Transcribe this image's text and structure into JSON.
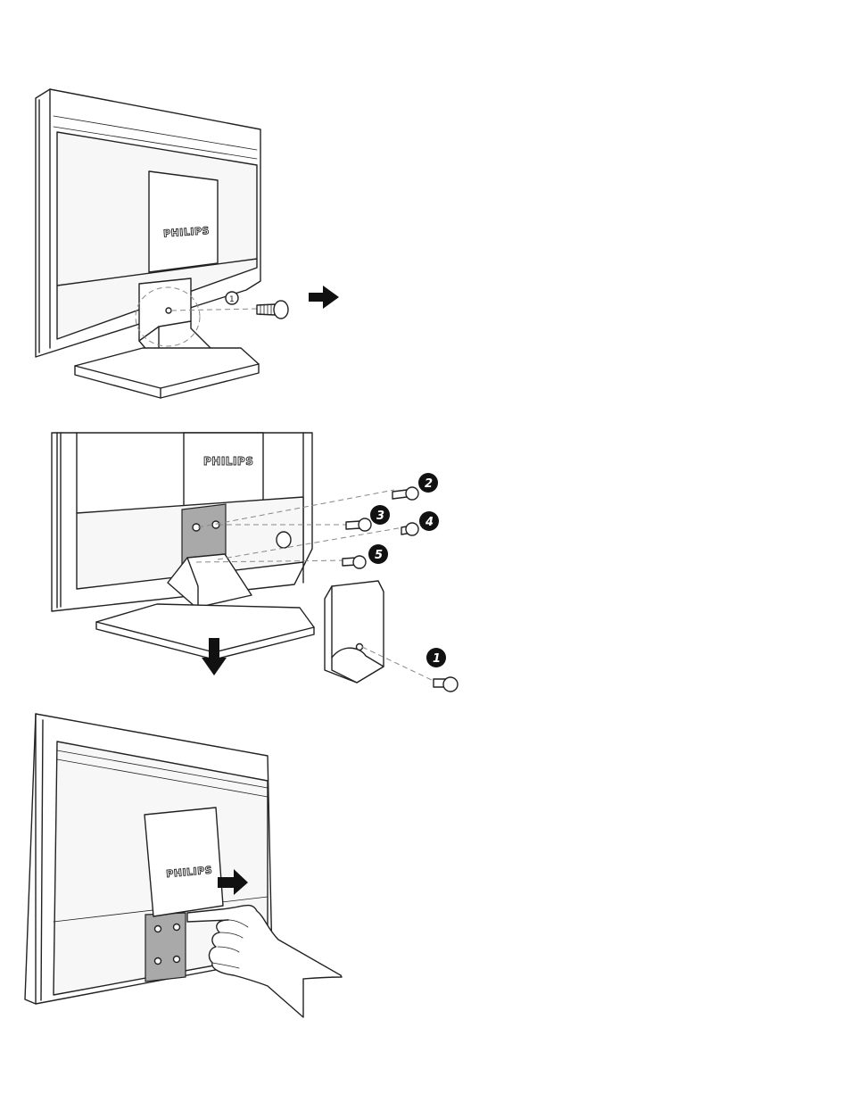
{
  "figures": [
    {
      "brand_logo": "PHILIPS",
      "stand_marker": "1"
    },
    {
      "brand_logo": "PHILIPS",
      "steps": [
        "1",
        "2",
        "3",
        "4",
        "5"
      ]
    },
    {
      "brand_logo": "PHILIPS"
    }
  ],
  "icons": [
    "arrow-right-icon",
    "arrow-down-icon",
    "screw-icon",
    "hand-icon"
  ]
}
